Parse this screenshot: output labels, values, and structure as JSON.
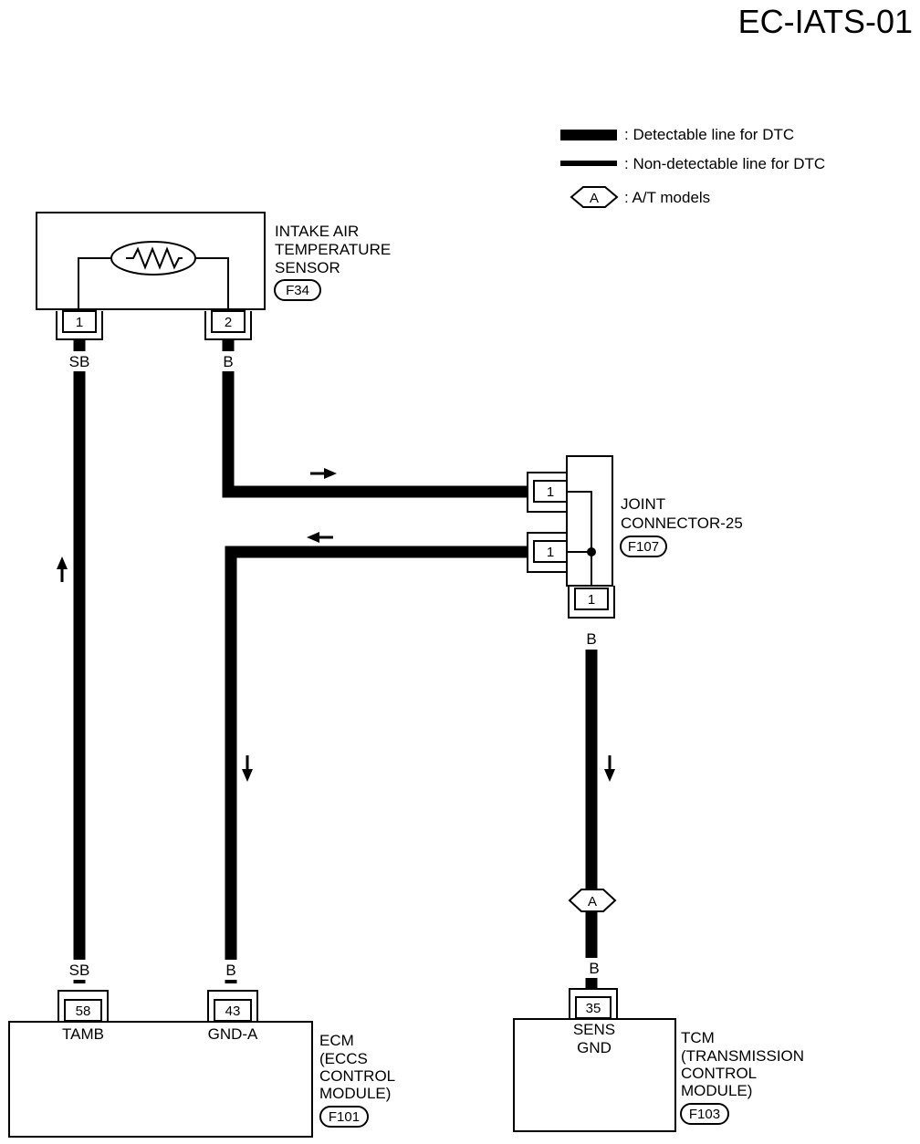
{
  "page_title": "EC-IATS-01",
  "legend": {
    "detectable": ": Detectable line for DTC",
    "non_detectable": ": Non-detectable line for DTC",
    "option_symbol": "A",
    "option_text": ": A/T models"
  },
  "sensor": {
    "name_lines": [
      "INTAKE AIR",
      "TEMPERATURE",
      "SENSOR"
    ],
    "connector_id": "F34",
    "pins": [
      "1",
      "2"
    ]
  },
  "joint_connector": {
    "name_lines": [
      "JOINT",
      "CONNECTOR-25"
    ],
    "connector_id": "F107",
    "pins": [
      "1",
      "1",
      "1"
    ]
  },
  "ecm": {
    "name_lines": [
      "ECM",
      "(ECCS",
      "CONTROL",
      "MODULE)"
    ],
    "connector_id": "F101",
    "pins": [
      "58",
      "43"
    ],
    "terminals": [
      "TAMB",
      "GND-A"
    ]
  },
  "tcm": {
    "name_lines": [
      "TCM",
      "(TRANSMISSION",
      "CONTROL",
      "MODULE)"
    ],
    "connector_id": "F103",
    "pin": "35",
    "terminal_lines": [
      "SENS",
      "GND"
    ]
  },
  "wire_colors": {
    "sb": "SB",
    "b": "B"
  },
  "option_marker": "A"
}
